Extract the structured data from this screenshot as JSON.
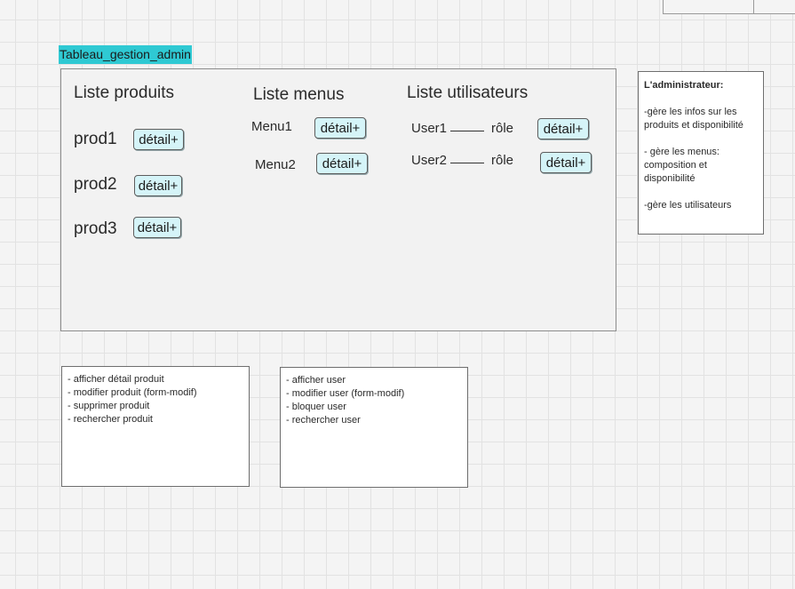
{
  "frame": {
    "label": "Tableau_gestion_admin"
  },
  "columns": {
    "produits": {
      "heading": "Liste produits",
      "items": [
        {
          "label": "prod1",
          "button": "détail+"
        },
        {
          "label": "prod2",
          "button": "détail+"
        },
        {
          "label": "prod3",
          "button": "détail+"
        }
      ]
    },
    "menus": {
      "heading": "Liste menus",
      "items": [
        {
          "label": "Menu1",
          "button": "détail+"
        },
        {
          "label": "Menu2",
          "button": "détail+"
        }
      ]
    },
    "utilisateurs": {
      "heading": "Liste utilisateurs",
      "items": [
        {
          "label": "User1",
          "role": "rôle",
          "button": "détail+"
        },
        {
          "label": "User2",
          "role": "rôle",
          "button": "détail+"
        }
      ]
    }
  },
  "admin_note": {
    "title": "L'administrateur:",
    "paragraphs": [
      "-gère les infos sur les produits et disponibilité",
      "- gère les menus: composition et disponibilité",
      "-gère les utilisateurs"
    ]
  },
  "product_actions": [
    "- afficher détail produit",
    "- modifier produit (form-modif)",
    "- supprimer produit",
    "- rechercher produit"
  ],
  "user_actions": [
    "- afficher user",
    "- modifier user (form-modif)",
    "- bloquer user",
    "- rechercher user"
  ],
  "colors": {
    "label_background": "#2fc9d3",
    "button_background": "#d5f4f8"
  }
}
